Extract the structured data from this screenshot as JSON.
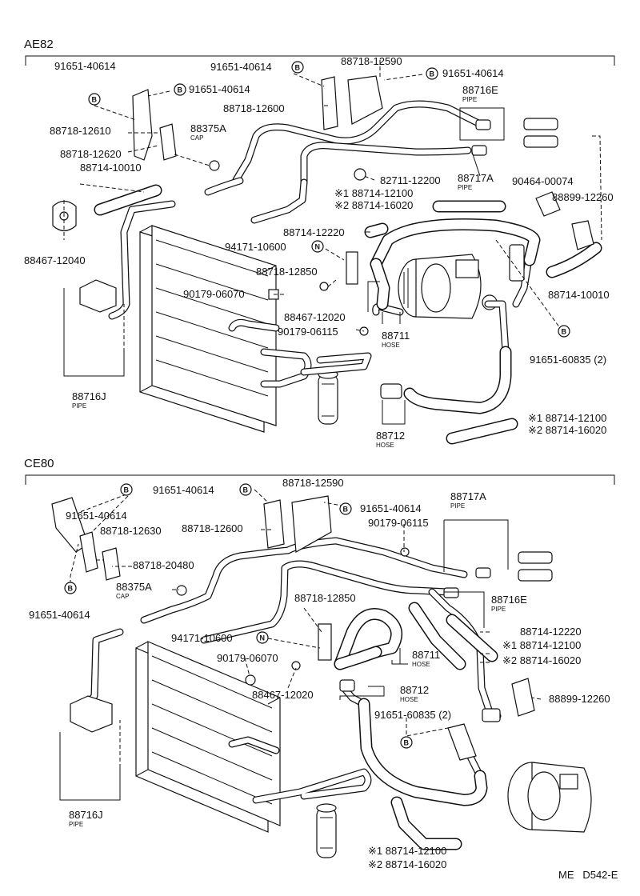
{
  "sections": [
    {
      "title": "AE82",
      "labels": {
        "l1": "91651-40614",
        "l2": "91651-40614",
        "l3": "88718-12610",
        "l4": "88375A",
        "l4s": "CAP",
        "l5": "88718-12620",
        "l6": "88714-10010",
        "l7": "88467-12040",
        "l8": "91651-40614",
        "l9": "88718-12590",
        "l10": "91651-40614",
        "l11": "88718-12600",
        "l12": "88716E",
        "l12s": "PIPE",
        "l13": "82711-12200",
        "l14": "88717A",
        "l14s": "PIPE",
        "l15": "90464-00074",
        "l16": "※1 88714-12100",
        "l17": "※2 88714-16020",
        "l18": "88899-12260",
        "l19": "88714-12220",
        "l20": "94171-10600",
        "l21": "88718-12850",
        "l22": "90179-06070",
        "l23": "88467-12020",
        "l24": "90179-06115",
        "l25": "88711",
        "l25s": "HOSE",
        "l26": "88714-10010",
        "l27": "91651-60835 (2)",
        "l28": "88716J",
        "l28s": "PIPE",
        "l29": "88712",
        "l29s": "HOSE",
        "l30": "※1 88714-12100",
        "l31": "※2 88714-16020"
      }
    },
    {
      "title": "CE80",
      "labels": {
        "m1": "91651-40614",
        "m2": "91651-40614",
        "m3": "88718-12630",
        "m4": "88718-20480",
        "m5": "88375A",
        "m5s": "CAP",
        "m6": "91651-40614",
        "m7": "88718-12590",
        "m8": "91651-40614",
        "m9": "88718-12600",
        "m10": "88717A",
        "m10s": "PIPE",
        "m11": "90179-06115",
        "m12": "88718-12850",
        "m13": "88716E",
        "m13s": "PIPE",
        "m14": "88714-12220",
        "m15": "※1 88714-12100",
        "m16": "※2 88714-16020",
        "m17": "94171-10600",
        "m18": "88711",
        "m18s": "HOSE",
        "m19": "90179-06070",
        "m20": "88467-12020",
        "m21": "88712",
        "m21s": "HOSE",
        "m22": "88899-12260",
        "m23": "91651-60835 (2)",
        "m24": "88716J",
        "m24s": "PIPE",
        "m25": "※1 88714-12100",
        "m26": "※2 88714-16020"
      }
    }
  ],
  "markers": {
    "bolt": "B",
    "nut": "N"
  },
  "footer": "ME   D542-E"
}
